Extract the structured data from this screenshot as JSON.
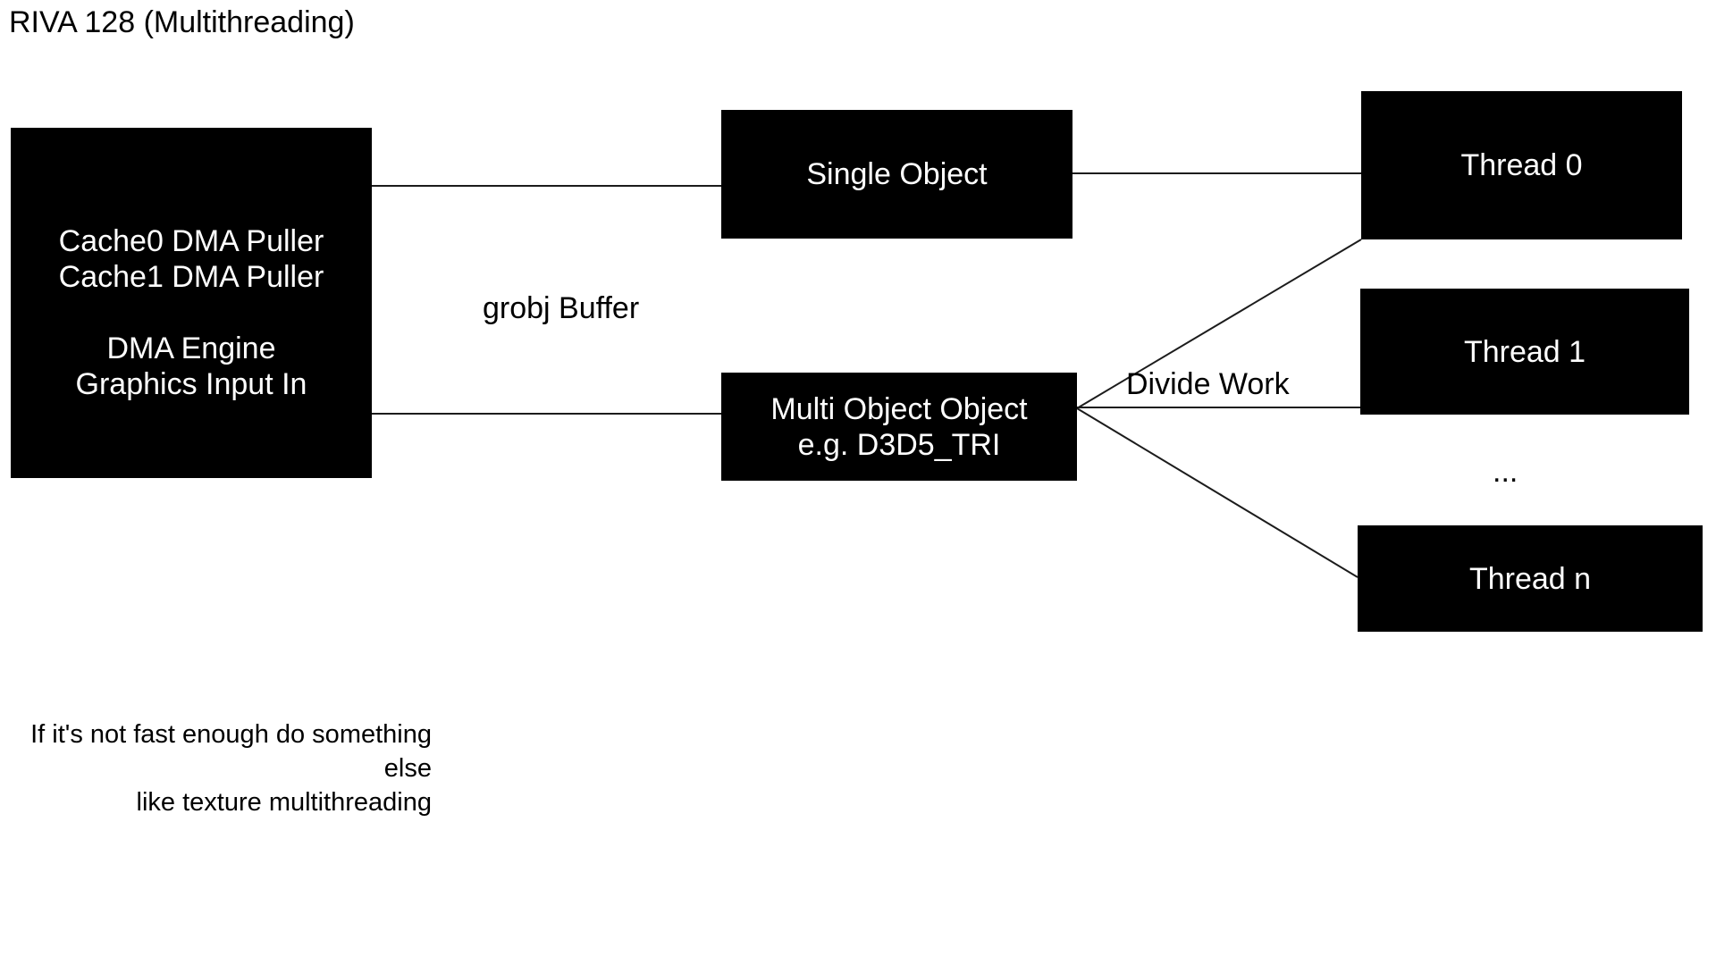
{
  "title": "RIVA 128 (Multithreading)",
  "nodes": {
    "dma_engine": {
      "text": "Cache0 DMA Puller\nCache1 DMA Puller\n\nDMA Engine\nGraphics Input In"
    },
    "single_object": {
      "label": "Single Object"
    },
    "multi_object": {
      "text": "Multi Object Object\ne.g. D3D5_TRI"
    },
    "thread0": {
      "label": "Thread 0"
    },
    "thread1": {
      "label": "Thread 1"
    },
    "threadn": {
      "label": "Thread n"
    }
  },
  "labels": {
    "grobj_buffer": "grobj Buffer",
    "divide_work": "Divide Work",
    "ellipsis": "...",
    "note": "If it's not fast enough do something else\nlike texture multithreading"
  },
  "colors": {
    "background": "#ffffff",
    "box_fill": "#000000",
    "box_text": "#ffffff",
    "text": "#000000",
    "connector": "#1c1c1c"
  }
}
